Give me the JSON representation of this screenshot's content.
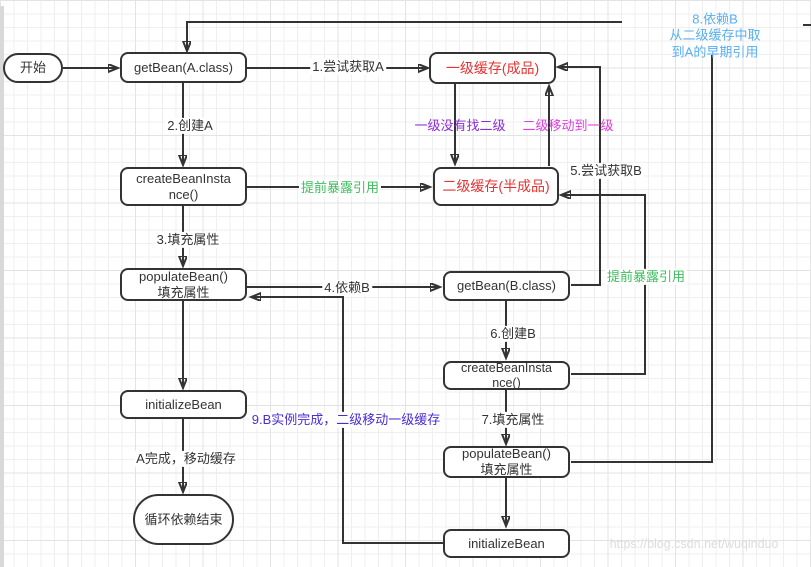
{
  "canvas": {
    "watermark": "https://blog.csdn.net/wuqinduo"
  },
  "colors": {
    "node_border": "#333333",
    "arrow": "#333333",
    "cache_text_red": "#e53333",
    "early_expose_green": "#3dbd5d",
    "step8_blue": "#57aef2",
    "l1_miss_purple": "#8a2bd6",
    "l2_move_magenta": "#e03ce0",
    "step9_violet": "#4b2bd6",
    "watermark_gray": "#dcdcdc"
  },
  "nodes": {
    "start": {
      "label": "开始"
    },
    "get_bean_a": {
      "label": "getBean(A.class)"
    },
    "cache_l1": {
      "label": "一级缓存(成品)"
    },
    "create_bean_a": {
      "label": "createBeanInsta\nnce()"
    },
    "cache_l2": {
      "label": "二级缓存(半成品)"
    },
    "populate_bean_a": {
      "label": "populateBean()\n填充属性"
    },
    "get_bean_b": {
      "label": "getBean(B.class)"
    },
    "initialize_bean_a": {
      "label": "initializeBean"
    },
    "create_bean_b": {
      "label": "createBeanInsta\nnce()"
    },
    "populate_bean_b": {
      "label": "populateBean()\n填充属性"
    },
    "initialize_bean_b": {
      "label": "initializeBean"
    },
    "end": {
      "label": "循环依赖结束"
    }
  },
  "edge_labels": {
    "step1": "1.尝试获取A",
    "step2": "2.创建A",
    "step3": "3.填充属性",
    "step4": "4.依赖B",
    "step5": "5.尝试获取B",
    "step6": "6.创建B",
    "step7": "7.填充属性",
    "step8": "8.依赖B\n从二级缓存中取到A的早期引用",
    "step9": "9.B实例完成，二级移动一级缓存",
    "early_expose_a": "提前暴露引用",
    "early_expose_b": "提前暴露引用",
    "l1_miss_check_l2": "一级没有找二级",
    "l2_move_to_l1": "二级移动到一级",
    "a_done_move_cache": "A完成，移动缓存"
  }
}
